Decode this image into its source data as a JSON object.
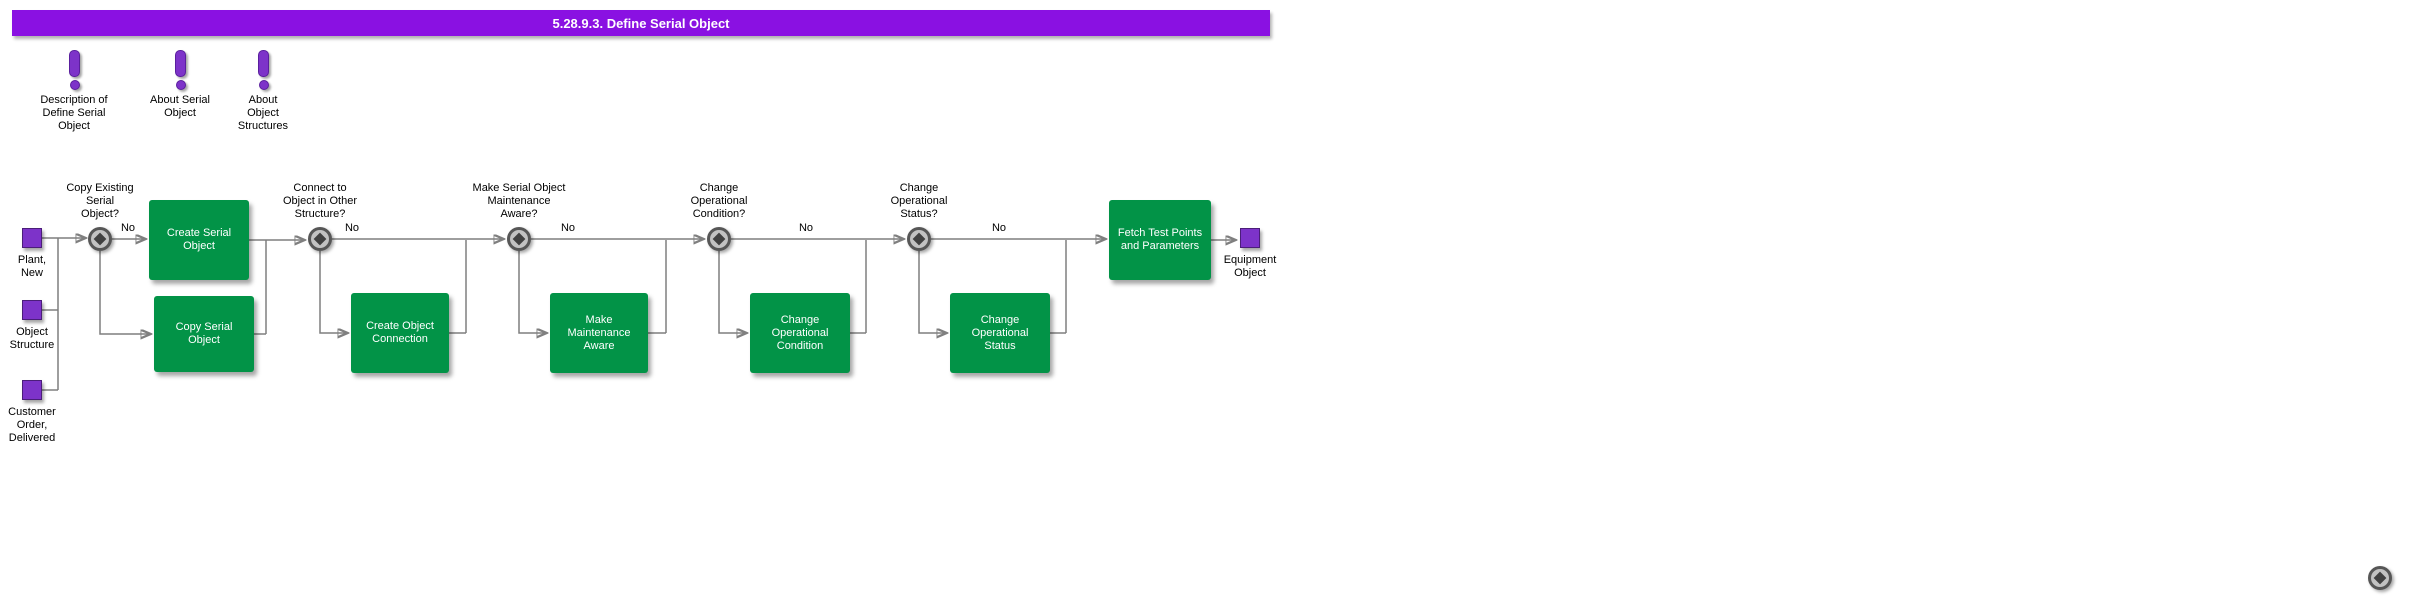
{
  "title_bar": {
    "text": "5.28.9.3. Define Serial Object"
  },
  "info_icons": [
    {
      "label": "Description of\nDefine Serial\nObject"
    },
    {
      "label": "About Serial\nObject"
    },
    {
      "label": "About\nObject\nStructures"
    }
  ],
  "inputs": [
    {
      "label": "Plant,\nNew"
    },
    {
      "label": "Object\nStructure"
    },
    {
      "label": "Customer\nOrder,\nDelivered"
    }
  ],
  "decisions": [
    {
      "question": "Copy Existing\nSerial\nObject?",
      "no_label": "No"
    },
    {
      "question": "Connect to\nObject in Other\nStructure?",
      "no_label": "No"
    },
    {
      "question": "Make Serial Object\nMaintenance\nAware?",
      "no_label": "No"
    },
    {
      "question": "Change\nOperational\nCondition?",
      "no_label": "No"
    },
    {
      "question": "Change\nOperational\nStatus?",
      "no_label": "No"
    }
  ],
  "activities": [
    {
      "label": "Create Serial\nObject"
    },
    {
      "label": "Copy Serial\nObject"
    },
    {
      "label": "Create Object\nConnection"
    },
    {
      "label": "Make\nMaintenance\nAware"
    },
    {
      "label": "Change\nOperational\nCondition"
    },
    {
      "label": "Change\nOperational\nStatus"
    },
    {
      "label": "Fetch Test Points\nand Parameters"
    }
  ],
  "output": {
    "label": "Equipment\nObject"
  },
  "colors": {
    "title_bg": "#8A11E2",
    "activity_green": "#029347",
    "node_purple": "#7D33C9",
    "connector_gray": "#7f7f7f"
  }
}
